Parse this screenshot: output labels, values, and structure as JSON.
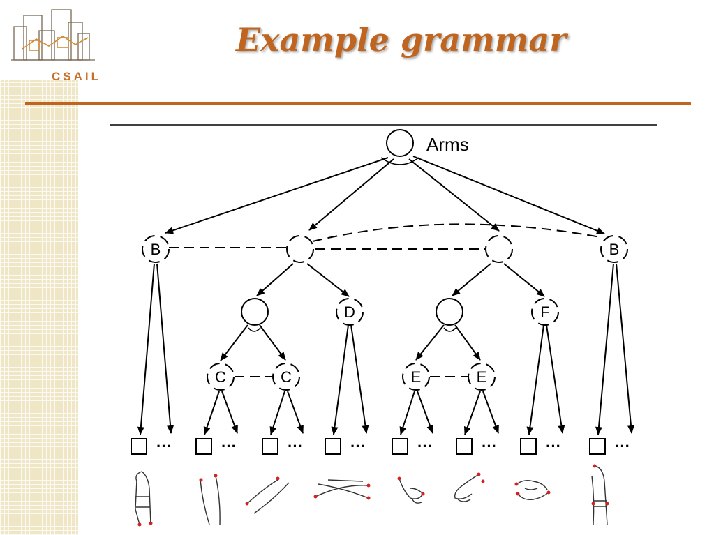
{
  "slide": {
    "title": "Example grammar"
  },
  "logo": {
    "text": "CSAIL"
  },
  "diagram": {
    "root_label": "Arms",
    "node_labels": {
      "b_left": "B",
      "b_right": "B",
      "d": "D",
      "f": "F",
      "c1": "C",
      "c2": "C",
      "e1": "E",
      "e2": "E"
    },
    "ellipsis": "···"
  }
}
